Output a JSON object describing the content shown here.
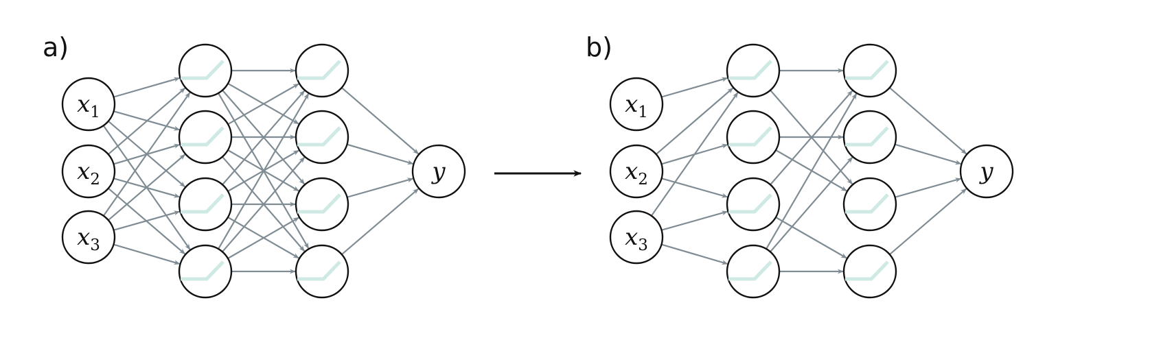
{
  "panels": [
    {
      "label": "a)",
      "inputs": [
        {
          "var": "x",
          "sub": "1"
        },
        {
          "var": "x",
          "sub": "2"
        },
        {
          "var": "x",
          "sub": "3"
        }
      ],
      "output": {
        "var": "y"
      },
      "hidden_layers": [
        4,
        4
      ],
      "activation_icon": "relu-icon",
      "edges": {
        "input_h1": [
          [
            0,
            0
          ],
          [
            0,
            1
          ],
          [
            0,
            2
          ],
          [
            0,
            3
          ],
          [
            1,
            0
          ],
          [
            1,
            1
          ],
          [
            1,
            2
          ],
          [
            1,
            3
          ],
          [
            2,
            0
          ],
          [
            2,
            1
          ],
          [
            2,
            2
          ],
          [
            2,
            3
          ]
        ],
        "h1_h2": [
          [
            0,
            0
          ],
          [
            0,
            1
          ],
          [
            0,
            2
          ],
          [
            0,
            3
          ],
          [
            1,
            0
          ],
          [
            1,
            1
          ],
          [
            1,
            2
          ],
          [
            1,
            3
          ],
          [
            2,
            0
          ],
          [
            2,
            1
          ],
          [
            2,
            2
          ],
          [
            2,
            3
          ],
          [
            3,
            0
          ],
          [
            3,
            1
          ],
          [
            3,
            2
          ],
          [
            3,
            3
          ]
        ],
        "h2_out": [
          0,
          1,
          2,
          3
        ]
      }
    },
    {
      "label": "b)",
      "inputs": [
        {
          "var": "x",
          "sub": "1"
        },
        {
          "var": "x",
          "sub": "2"
        },
        {
          "var": "x",
          "sub": "3"
        }
      ],
      "output": {
        "var": "y"
      },
      "hidden_layers": [
        4,
        4
      ],
      "activation_icon": "relu-icon",
      "edges": {
        "input_h1": [
          [
            0,
            0
          ],
          [
            1,
            0
          ],
          [
            1,
            1
          ],
          [
            1,
            2
          ],
          [
            2,
            0
          ],
          [
            2,
            2
          ],
          [
            2,
            3
          ]
        ],
        "h1_h2": [
          [
            0,
            0
          ],
          [
            0,
            2
          ],
          [
            1,
            1
          ],
          [
            1,
            2
          ],
          [
            2,
            0
          ],
          [
            2,
            3
          ],
          [
            3,
            0
          ],
          [
            3,
            1
          ],
          [
            3,
            3
          ]
        ],
        "h2_out": [
          0,
          1,
          2,
          3
        ]
      }
    }
  ],
  "colors": {
    "edge": "#7f8c93",
    "node_stroke": "#111111",
    "relu": "#cfe9e4",
    "arrow": "#111111"
  }
}
